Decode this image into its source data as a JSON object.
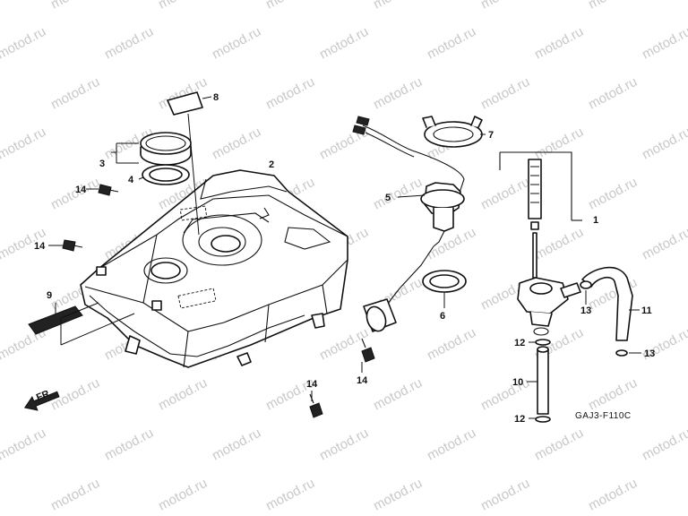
{
  "watermark": {
    "text": "motod.ru",
    "color": "#c8c8c8"
  },
  "callouts": {
    "p1": "1",
    "p2": "2",
    "p3": "3",
    "p4": "4",
    "p5": "5",
    "p6": "6",
    "p7": "7",
    "p8": "8",
    "p9": "9",
    "p10": "10",
    "p11": "11",
    "p12a": "12",
    "p12b": "12",
    "p13a": "13",
    "p13b": "13",
    "p14a": "14",
    "p14b": "14",
    "p14c": "14",
    "p14d": "14"
  },
  "front_arrow_label": "FR.",
  "diagram_code": "GAJ3-F110C",
  "colors": {
    "ink": "#111111",
    "background": "#ffffff"
  }
}
